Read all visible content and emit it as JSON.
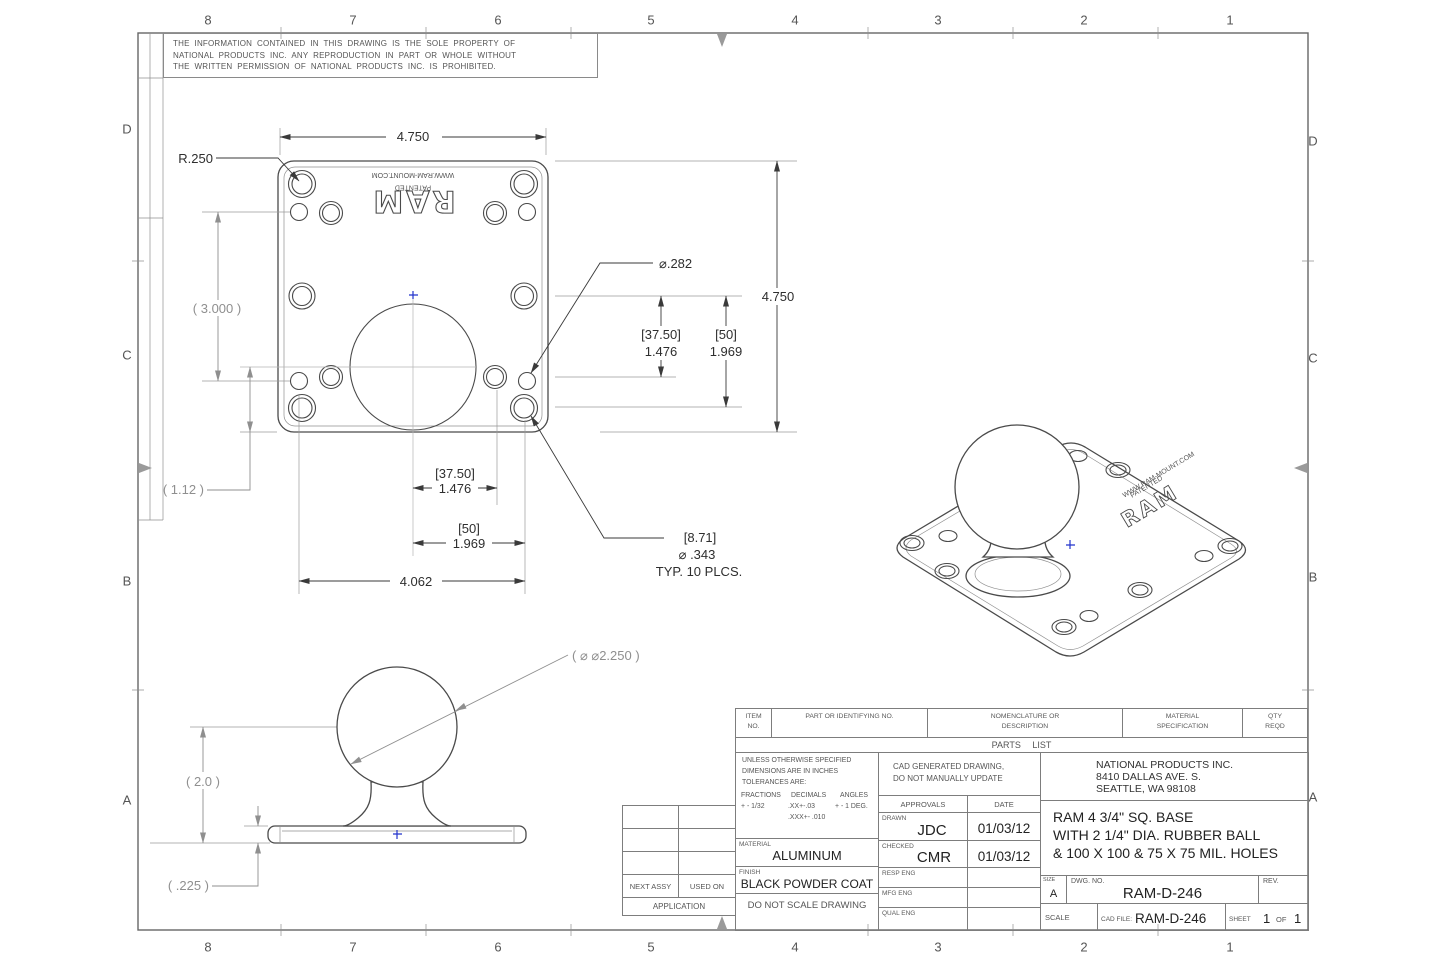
{
  "colors": {
    "line": "#4a4a4a",
    "dim_text": "#2e2e2e",
    "ref_text": "#8f8f8f",
    "center_mark": "#2233cc"
  },
  "zones": {
    "cols": [
      "8",
      "7",
      "6",
      "5",
      "4",
      "3",
      "2",
      "1"
    ],
    "rows": [
      "D",
      "C",
      "B",
      "A"
    ]
  },
  "disclaimer": {
    "l1": "THE INFORMATION CONTAINED IN THIS DRAWING IS THE SOLE PROPERTY OF",
    "l2": "NATIONAL PRODUCTS INC. ANY REPRODUCTION IN PART OR WHOLE WITHOUT",
    "l3": "THE WRITTEN PERMISSION OF NATIONAL PRODUCTS INC. IS PROHIBITED."
  },
  "branding": {
    "url": "WWW.RAM-MOUNT.COM",
    "patented": "PATENTED",
    "logo": "RAM"
  },
  "front": {
    "width_top": "4.750",
    "height_right": "4.750",
    "corner_radius": "R.250",
    "ref_vertical": "( 3.000 )",
    "ref_edge": "( 1.12 )",
    "hole_small_dia": "⌀.282",
    "mm_3750": "[37.50]",
    "in_1476": "1.476",
    "mm_50": "[50]",
    "in_1969": "1.969",
    "span_4062": "4.062",
    "typ_mm": "[8.71]",
    "typ_dia": "⌀ .343",
    "typ_note": "TYP. 10 PLCS."
  },
  "side": {
    "ball_dia": "( ⌀ ⌀2.250 )",
    "height": "( 2.0 )",
    "thickness": "( .225 )"
  },
  "tb": {
    "parts_header": {
      "item": "ITEM NO.",
      "part": "PART OR IDENTIFYING NO.",
      "nomenclature": "NOMENCLATURE OR DESCRIPTION",
      "material": "MATERIAL SPECIFICATION",
      "qty": "QTY REQD"
    },
    "parts_list": "PARTS LIST",
    "tol": {
      "l1": "UNLESS OTHERWISE SPECIFIED",
      "l2": "DIMENSIONS ARE IN INCHES",
      "l3": "TOLERANCES ARE:",
      "h_fractions": "FRACTIONS",
      "h_decimals": "DECIMALS",
      "h_angles": "ANGLES",
      "v_fractions": "+ - 1/32",
      "v_decimals": ".XX+-.03",
      "v_angles": "+ - 1 DEG.",
      "v_decimals3": ".XXX+- .010"
    },
    "cad_note1": "CAD GENERATED DRAWING,",
    "cad_note2": "DO NOT MANUALLY UPDATE",
    "approvals": "APPROVALS",
    "date": "DATE",
    "drawn_label": "DRAWN",
    "drawn_by": "JDC",
    "drawn_date": "01/03/12",
    "checked_label": "CHECKED",
    "checked_by": "CMR",
    "checked_date": "01/03/12",
    "resp_eng": "RESP ENG",
    "mfg_eng": "MFG ENG",
    "qual_eng": "QUAL ENG",
    "material_label": "MATERIAL",
    "material": "ALUMINUM",
    "finish_label": "FINISH",
    "finish": "BLACK POWDER COAT",
    "no_scale": "DO NOT SCALE DRAWING",
    "next_assy": "NEXT ASSY",
    "used_on": "USED ON",
    "application": "APPLICATION",
    "company1": "NATIONAL PRODUCTS INC.",
    "company2": "8410 DALLAS AVE. S.",
    "company3": "SEATTLE, WA 98108",
    "title1": "RAM 4 3/4\" SQ. BASE",
    "title2": "WITH 2 1/4\" DIA. RUBBER BALL",
    "title3": "& 100 X 100 & 75 X 75 MIL. HOLES",
    "size_label": "SIZE",
    "size": "A",
    "dwg_label": "DWG. NO.",
    "dwg_no": "RAM-D-246",
    "rev_label": "REV.",
    "scale_label": "SCALE",
    "cad_file_label": "CAD FILE:",
    "cad_file": "RAM-D-246",
    "sheet_label": "SHEET",
    "sheet_no": "1",
    "of_label": "OF",
    "sheet_total": "1"
  }
}
